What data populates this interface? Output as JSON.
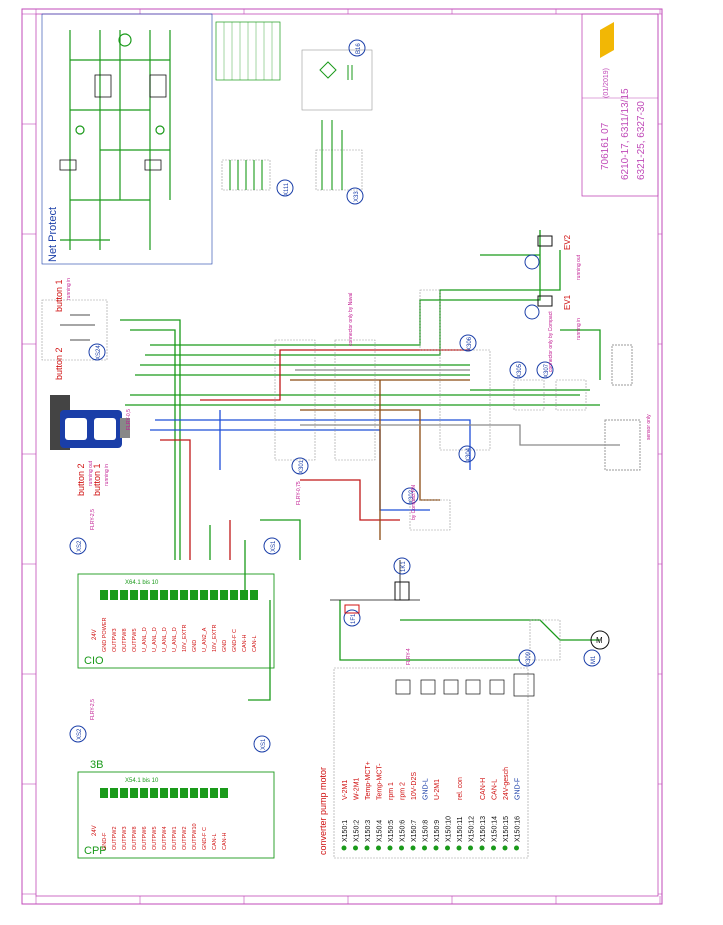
{
  "colors": {
    "frame": "#c04ab8",
    "wire_green": "#1a9a1a",
    "wire_blue": "#1f4fd8",
    "wire_red": "#c01818",
    "wire_brown": "#8b4a12",
    "wire_gray": "#8a8a8a",
    "wire_black": "#111111",
    "label_red": "#d01010",
    "label_magenta": "#c01890",
    "label_blue": "#1a3ea8",
    "logo_yellow": "#f2b705"
  },
  "title_block": {
    "doc_no": "706161  07",
    "date": "(01/2019)",
    "models_1": "6210-17, 6311/13/15",
    "models_2": "6321-25, 6327-30",
    "logo_name": "still-logo"
  },
  "sections": {
    "net_protect": "Net Protect",
    "cio": "CIO",
    "cpp": "CPP",
    "three_b": "3B"
  },
  "buttons": {
    "button1": "button 1",
    "button1_sub": "running in",
    "button2": "button 2",
    "button2_sub": "running out"
  },
  "valves": {
    "ev1": "EV1",
    "ev1_sub": "running in",
    "ev2": "EV2",
    "ev2_sub": "running out"
  },
  "connector_ids": {
    "xs24": "XS24",
    "xs2_cio": "XS2",
    "xs1_cio": "XS1",
    "xs2_cpp": "XS2",
    "xs1_cpp": "XS1",
    "x301": "X301",
    "x302": "X302",
    "x304": "X304",
    "x305": "X305",
    "x306": "X306",
    "x307": "X307",
    "x309": "X309",
    "x111": "X111",
    "x33": "X33",
    "b16": "B16",
    "k1": "1K1",
    "f1": "1F1",
    "m1": "M1"
  },
  "notes": {
    "fury_25": "FLRY-2,5",
    "fury_05": "FLRY-0,5",
    "fury_075": "FLRY-0,75",
    "fury_4": "FLRY-4",
    "connector_only_by_naval": "connector only by Naval",
    "connector_only_by_compact": "connector only by Compact",
    "sensor_only": "sensor only",
    "by_compact_pn": "by Compact PN",
    "net_voltage": "24V",
    "x64_title": "X64.1 bis 10",
    "x54_title": "X54.1 bis 10"
  },
  "legend": {
    "title": "converter pump motor",
    "items": [
      {
        "pin": "X150:1",
        "label": "V-2M1"
      },
      {
        "pin": "X150:2",
        "label": "W-2M1"
      },
      {
        "pin": "X150:3",
        "label": "Temp-MCT+"
      },
      {
        "pin": "X150:4",
        "label": "Temp-MCT-"
      },
      {
        "pin": "X150:5",
        "label": "rpm 1"
      },
      {
        "pin": "X150:6",
        "label": "rpm 2"
      },
      {
        "pin": "X150:7",
        "label": "10V-D2S"
      },
      {
        "pin": "X150:8",
        "label": "GND-L"
      },
      {
        "pin": "X150:9",
        "label": "U-2M1"
      },
      {
        "pin": "X150:10",
        "label": ""
      },
      {
        "pin": "X150:11",
        "label": "rel. con"
      },
      {
        "pin": "X150:12",
        "label": ""
      },
      {
        "pin": "X150:13",
        "label": "CAN-H"
      },
      {
        "pin": "X150:14",
        "label": "CAN-L"
      },
      {
        "pin": "X150:15",
        "label": "24V-gesch"
      },
      {
        "pin": "X150:16",
        "label": "GND-F"
      }
    ]
  },
  "cio_pins": [
    "GND POWER",
    "OUTPW3",
    "OUTPW8",
    "OUTPW5",
    "U_ANL_D",
    "U_ANL_D",
    "U_ANL_D",
    "U_ANL_D",
    "10V_EXTR",
    "GND",
    "U_AN2_A",
    "10V_EXTR",
    "GND",
    "GND-F C",
    "CAN-H",
    "CAN-L"
  ],
  "cpp_pins": [
    "GND-F",
    "OUTPW2",
    "OUTPW3",
    "OUTPW8",
    "OUTPW6",
    "OUTPW5",
    "OUTPW4",
    "OUTPW1",
    "OUTPW2",
    "OUTPW10",
    "GND-F C",
    "CAN-L",
    "CAN-H"
  ]
}
